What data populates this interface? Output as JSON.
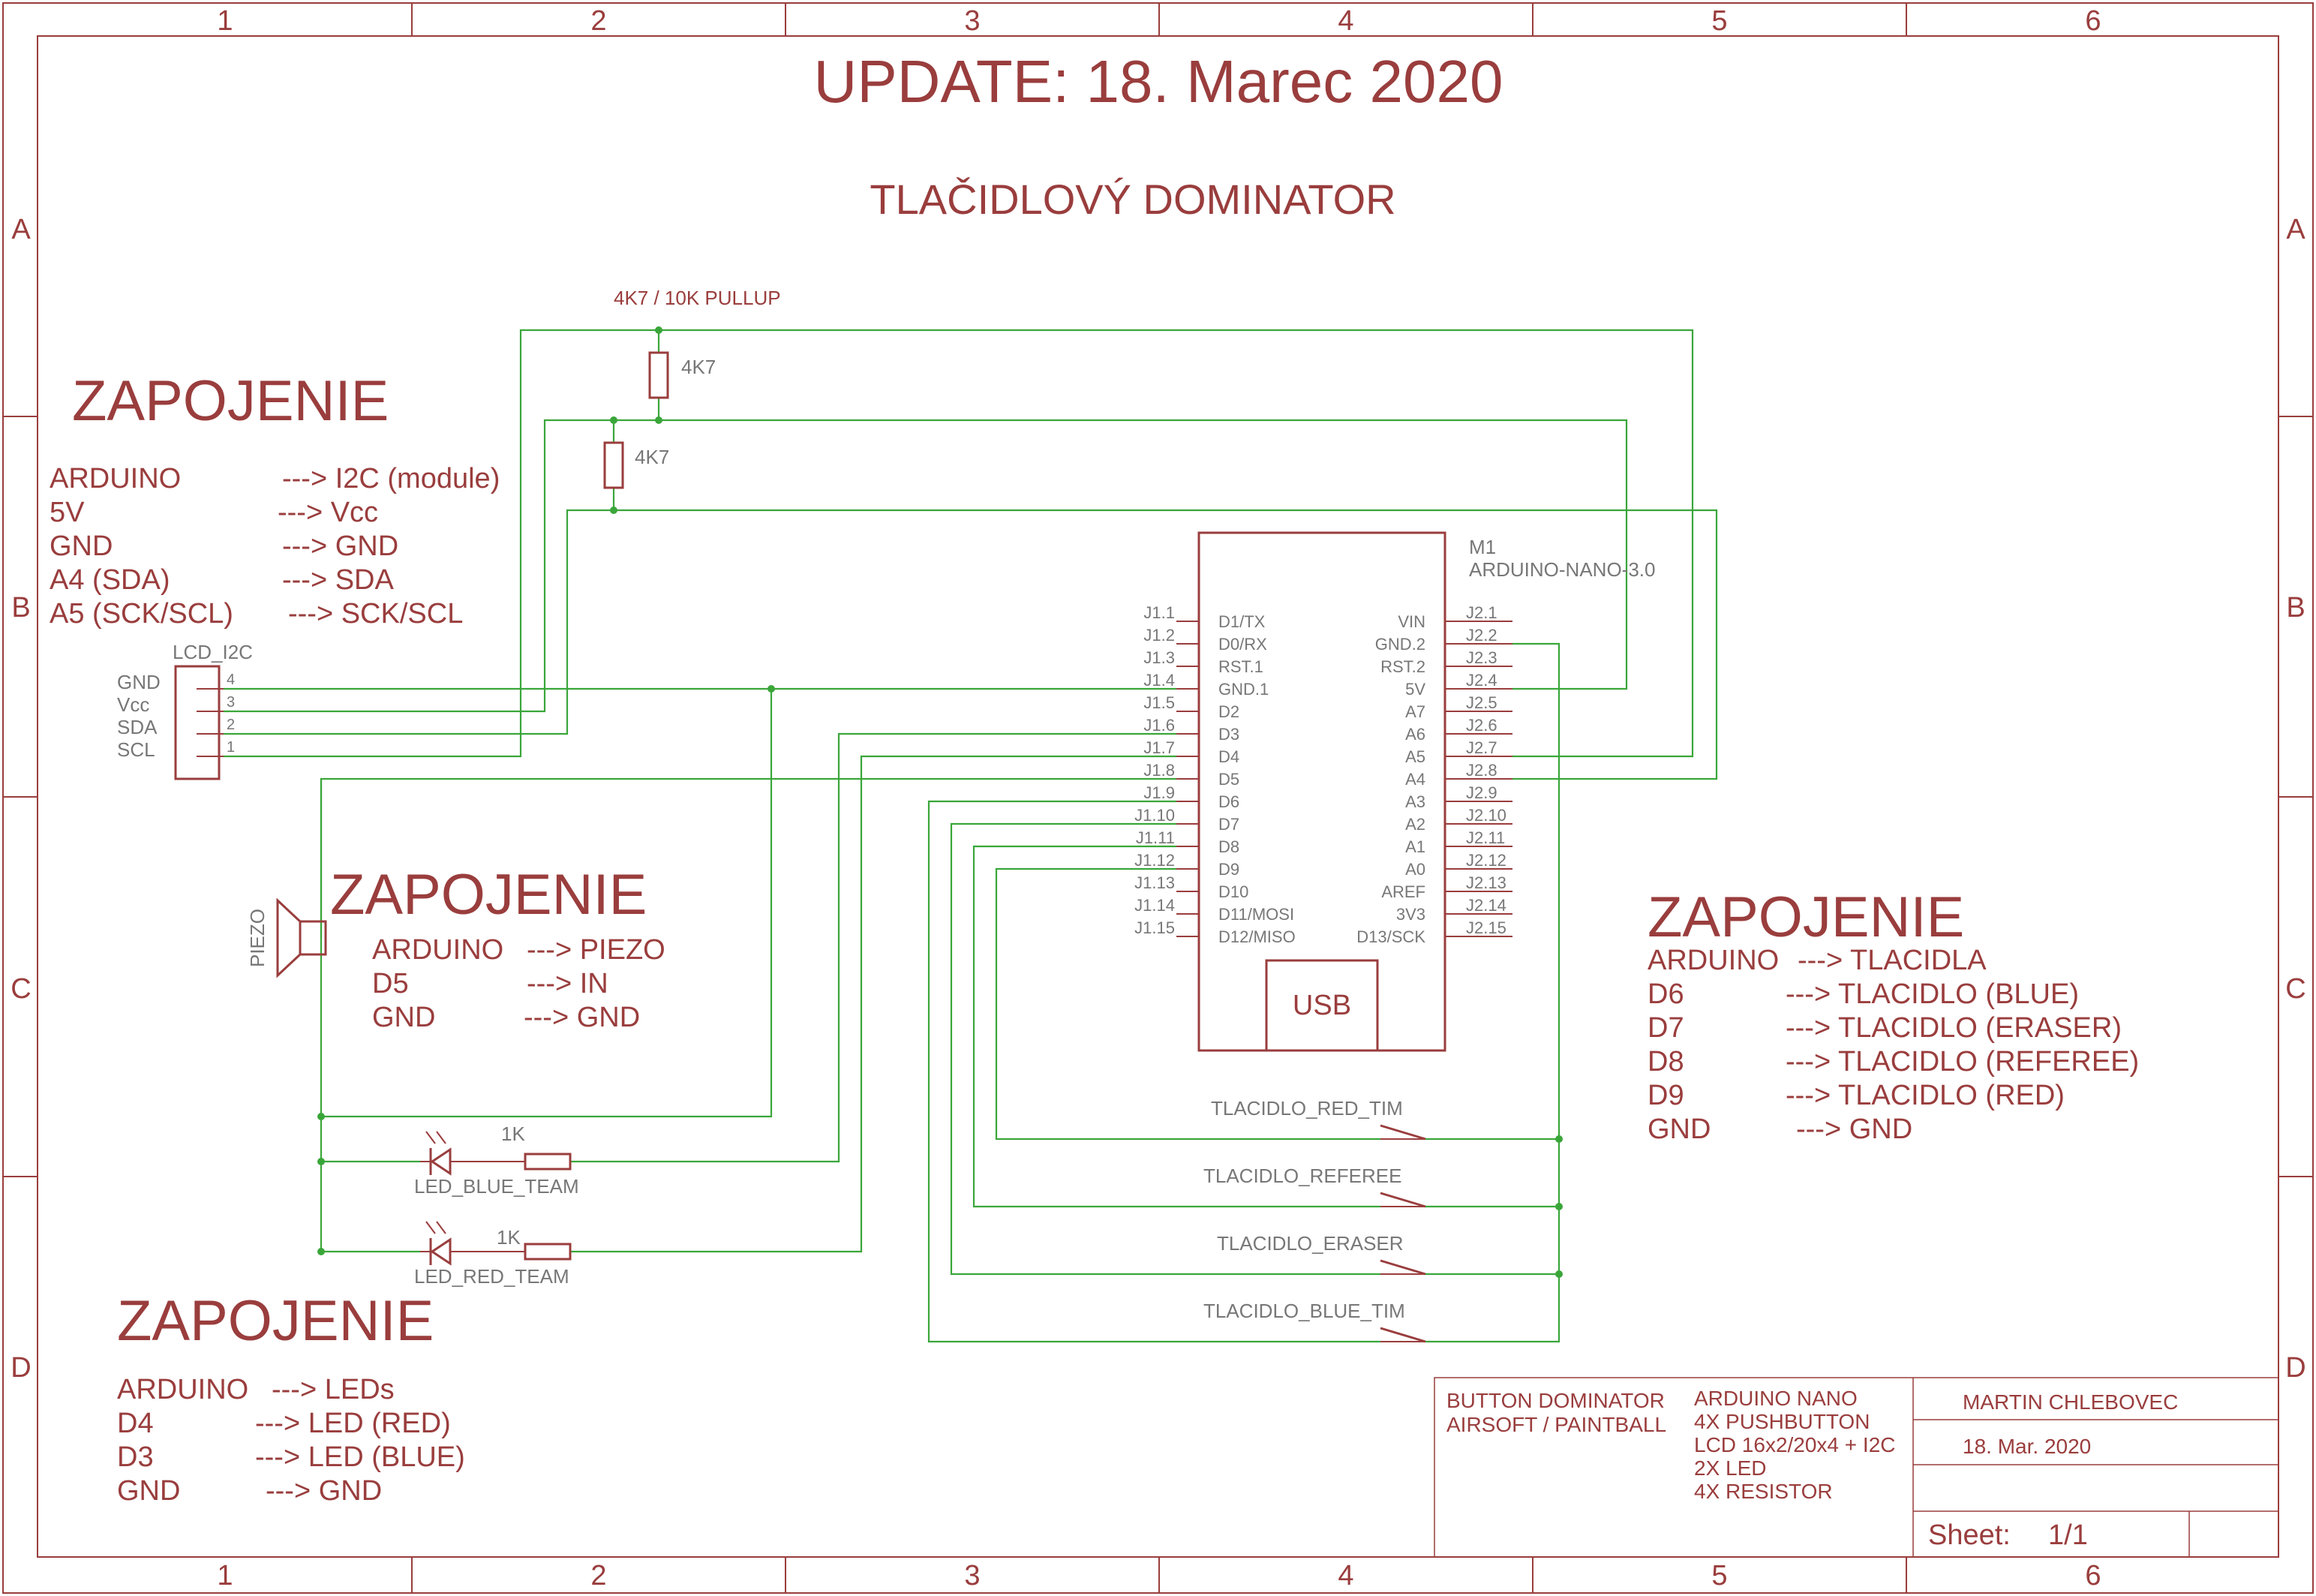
{
  "title": "UPDATE: 18. Marec 2020",
  "subtitle": "TLAČIDLOVÝ DOMINATOR",
  "frame": {
    "columns": [
      "1",
      "2",
      "3",
      "4",
      "5",
      "6"
    ],
    "rows": [
      "A",
      "B",
      "C",
      "D"
    ]
  },
  "pullup_label": "4K7 / 10K PULLUP",
  "resistors": {
    "r1": "4K7",
    "r2": "4K7",
    "led_blue_r": "1K",
    "led_red_r": "1K"
  },
  "lcd": {
    "name": "LCD_I2C",
    "pins": [
      {
        "name": "GND",
        "num": "4"
      },
      {
        "name": "Vcc",
        "num": "3"
      },
      {
        "name": "SDA",
        "num": "2"
      },
      {
        "name": "SCL",
        "num": "1"
      }
    ]
  },
  "piezo_label": "PIEZO",
  "leds": {
    "blue": "LED_BLUE_TEAM",
    "red": "LED_RED_TEAM"
  },
  "arduino": {
    "ref": "M1",
    "model": "ARDUINO-NANO-3.0",
    "usb": "USB",
    "left_pins": [
      {
        "pin": "J1.1",
        "label": "D1/TX"
      },
      {
        "pin": "J1.2",
        "label": "D0/RX"
      },
      {
        "pin": "J1.3",
        "label": "RST.1"
      },
      {
        "pin": "J1.4",
        "label": "GND.1"
      },
      {
        "pin": "J1.5",
        "label": "D2"
      },
      {
        "pin": "J1.6",
        "label": "D3"
      },
      {
        "pin": "J1.7",
        "label": "D4"
      },
      {
        "pin": "J1.8",
        "label": "D5"
      },
      {
        "pin": "J1.9",
        "label": "D6"
      },
      {
        "pin": "J1.10",
        "label": "D7"
      },
      {
        "pin": "J1.11",
        "label": "D8"
      },
      {
        "pin": "J1.12",
        "label": "D9"
      },
      {
        "pin": "J1.13",
        "label": "D10"
      },
      {
        "pin": "J1.14",
        "label": "D11/MOSI"
      },
      {
        "pin": "J1.15",
        "label": "D12/MISO"
      }
    ],
    "right_pins": [
      {
        "pin": "J2.1",
        "label": "VIN"
      },
      {
        "pin": "J2.2",
        "label": "GND.2"
      },
      {
        "pin": "J2.3",
        "label": "RST.2"
      },
      {
        "pin": "J2.4",
        "label": "5V"
      },
      {
        "pin": "J2.5",
        "label": "A7"
      },
      {
        "pin": "J2.6",
        "label": "A6"
      },
      {
        "pin": "J2.7",
        "label": "A5"
      },
      {
        "pin": "J2.8",
        "label": "A4"
      },
      {
        "pin": "J2.9",
        "label": "A3"
      },
      {
        "pin": "J2.10",
        "label": "A2"
      },
      {
        "pin": "J2.11",
        "label": "A1"
      },
      {
        "pin": "J2.12",
        "label": "A0"
      },
      {
        "pin": "J2.13",
        "label": "AREF"
      },
      {
        "pin": "J2.14",
        "label": "3V3"
      },
      {
        "pin": "J2.15",
        "label": "D13/SCK"
      }
    ]
  },
  "buttons": {
    "red": "TLACIDLO_RED_TIM",
    "referee": "TLACIDLO_REFEREE",
    "eraser": "TLACIDLO_ERASER",
    "blue": "TLACIDLO_BLUE_TIM"
  },
  "notes": {
    "lcd": {
      "heading": "ZAPOJENIE",
      "lines": [
        {
          "left": "ARDUINO",
          "right": "---> I2C (module)"
        },
        {
          "left": "5V",
          "right": "---> Vcc"
        },
        {
          "left": "GND",
          "right": "---> GND"
        },
        {
          "left": "A4 (SDA)",
          "right": "---> SDA"
        },
        {
          "left": "A5 (SCK/SCL)",
          "right": "---> SCK/SCL"
        }
      ]
    },
    "piezo": {
      "heading": "ZAPOJENIE",
      "lines": [
        {
          "left": "ARDUINO",
          "right": "---> PIEZO"
        },
        {
          "left": "D5",
          "right": "---> IN"
        },
        {
          "left": "GND",
          "right": "---> GND"
        }
      ]
    },
    "leds": {
      "heading": "ZAPOJENIE",
      "lines": [
        {
          "left": "ARDUINO",
          "right": "---> LEDs"
        },
        {
          "left": "D4",
          "right": "---> LED (RED)"
        },
        {
          "left": "D3",
          "right": "---> LED (BLUE)"
        },
        {
          "left": "GND",
          "right": "---> GND"
        }
      ]
    },
    "buttons": {
      "heading": "ZAPOJENIE",
      "lines": [
        {
          "left": "ARDUINO",
          "right": "---> TLACIDLA"
        },
        {
          "left": "D6",
          "right": "---> TLACIDLO (BLUE)"
        },
        {
          "left": "D7",
          "right": "---> TLACIDLO (ERASER)"
        },
        {
          "left": "D8",
          "right": "---> TLACIDLO (REFEREE)"
        },
        {
          "left": "D9",
          "right": "---> TLACIDLO (RED)"
        },
        {
          "left": "GND",
          "right": "---> GND"
        }
      ]
    }
  },
  "title_block": {
    "project_line1": "BUTTON DOMINATOR",
    "project_line2": "AIRSOFT / PAINTBALL",
    "parts": [
      "ARDUINO NANO",
      "4X PUSHBUTTON",
      "LCD 16x2/20x4 + I2C",
      "2X LED",
      "4X RESISTOR"
    ],
    "author": "MARTIN CHLEBOVEC",
    "date": "18. Mar. 2020",
    "sheet_label": "Sheet:",
    "sheet_value": "1/1"
  },
  "colors": {
    "frame": "#9a3d3d",
    "wire": "#3aa63a",
    "text_gray": "#777777"
  }
}
